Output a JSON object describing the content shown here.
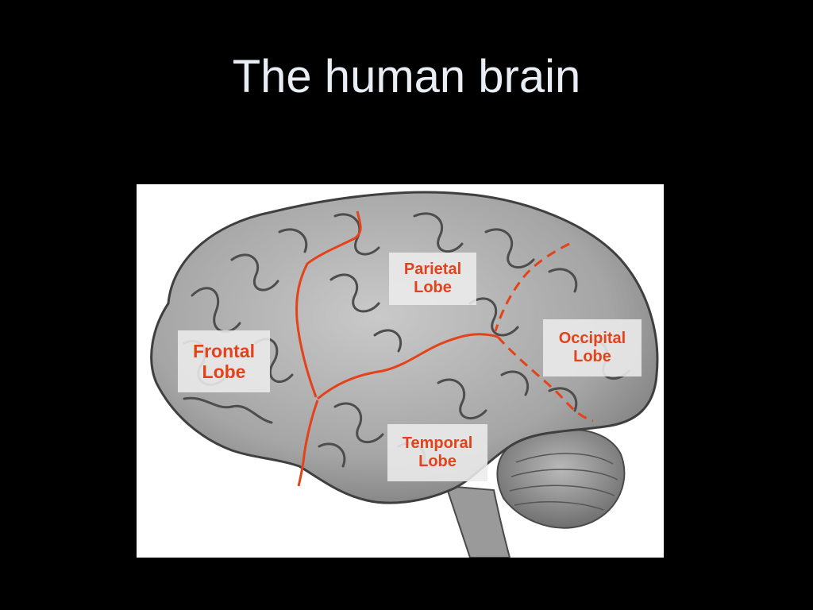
{
  "title": "The human brain",
  "colors": {
    "background": "#000000",
    "title_text": "#e8eef4",
    "label_text": "#e3421a",
    "boundary_line": "#e3421a",
    "brain_fill": "#a9a9a9"
  },
  "labels": {
    "frontal": {
      "line1": "Frontal",
      "line2": "Lobe"
    },
    "parietal": {
      "line1": "Parietal",
      "line2": "Lobe"
    },
    "occipital": {
      "line1": "Occipital",
      "line2": "Lobe"
    },
    "temporal": {
      "line1": "Temporal",
      "line2": "Lobe"
    }
  }
}
